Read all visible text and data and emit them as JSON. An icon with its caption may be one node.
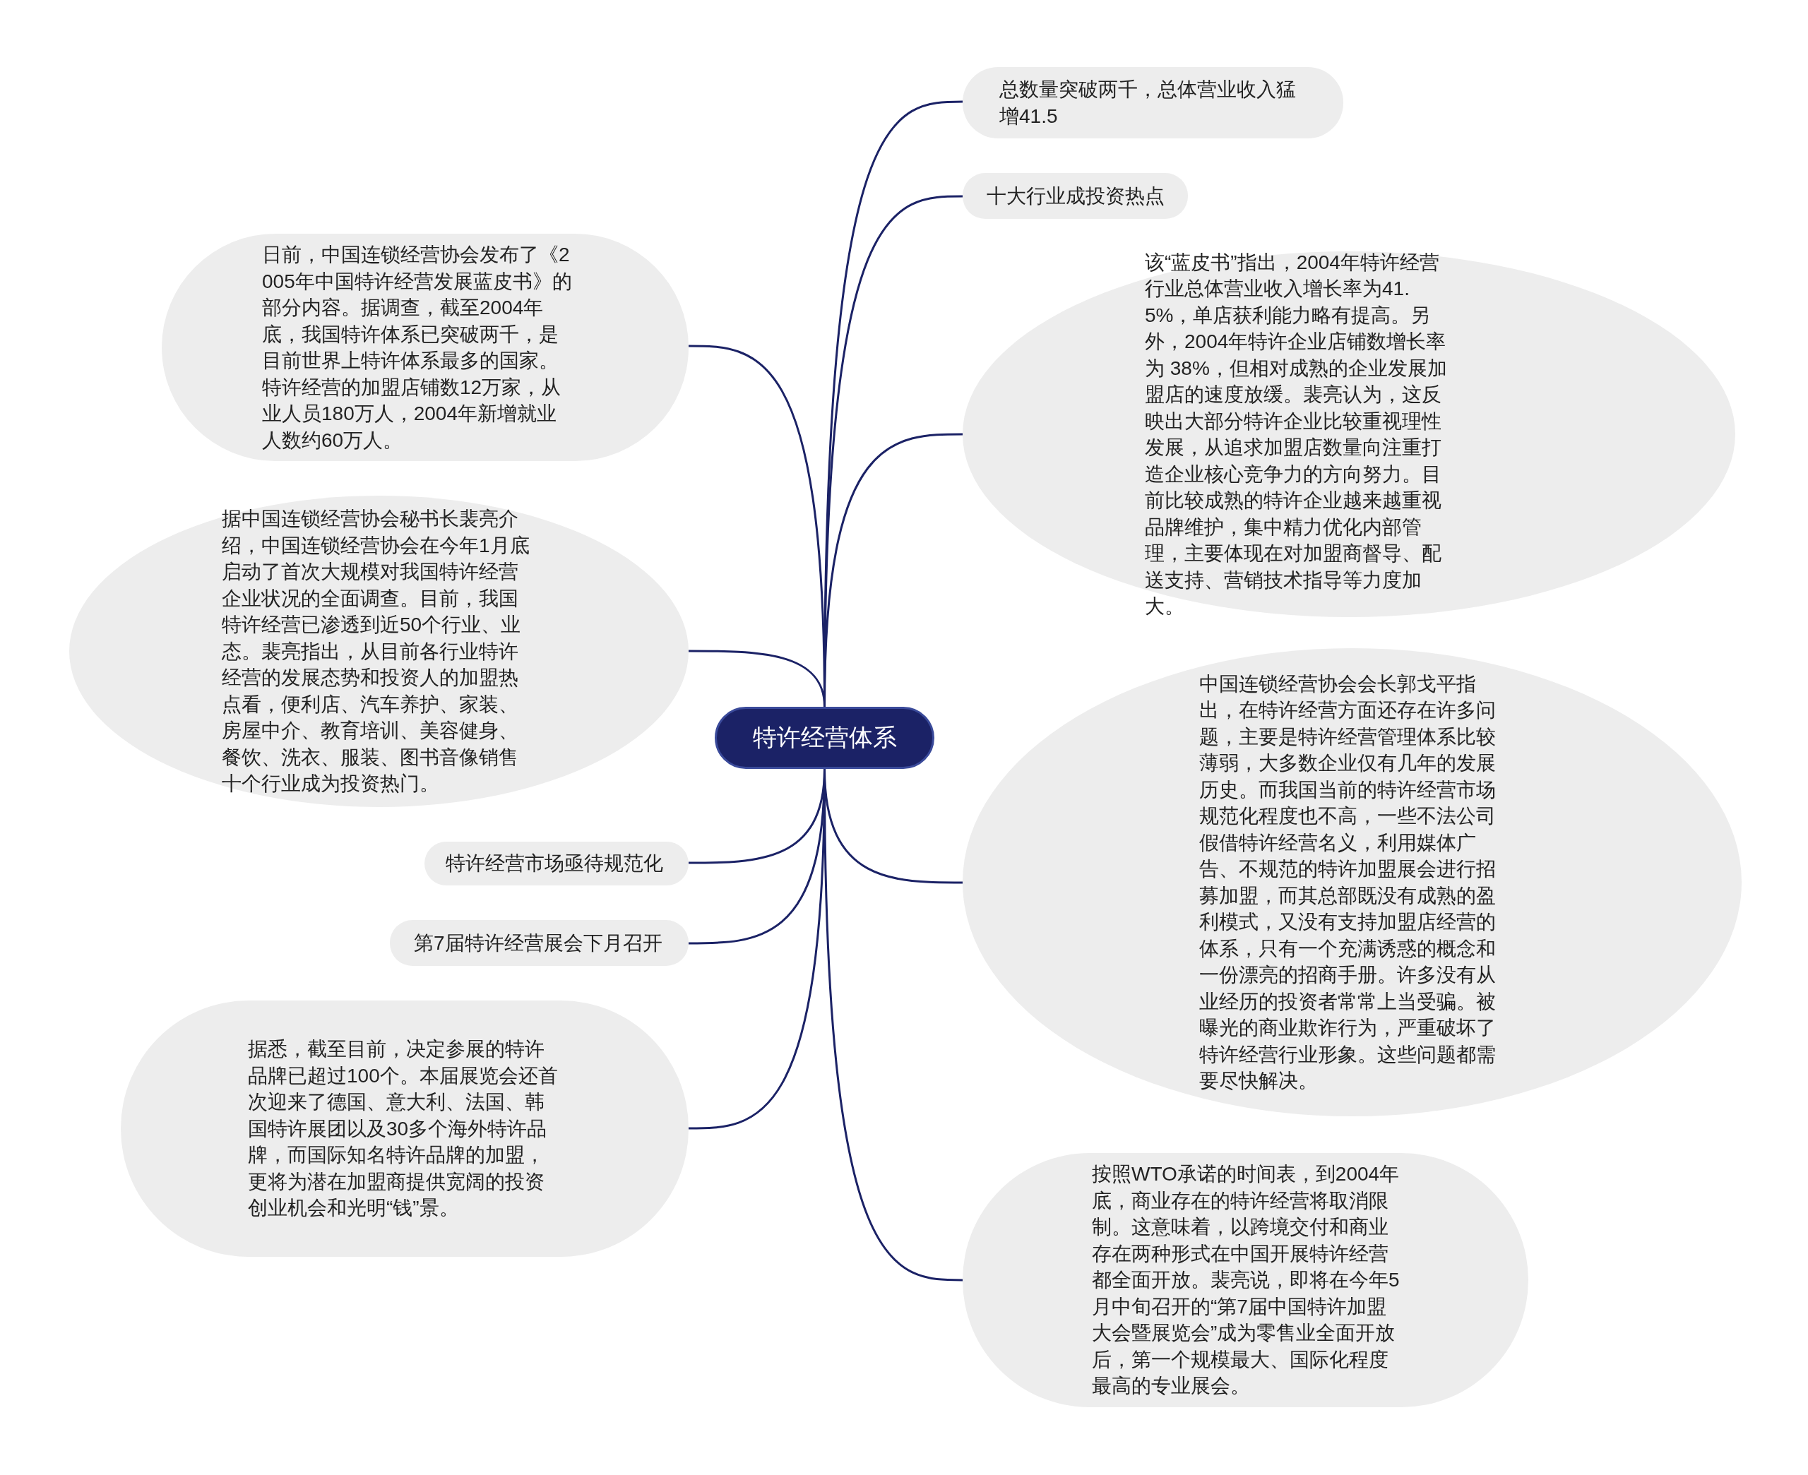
{
  "diagram": {
    "nodes": [
      {
        "text": [
          "特许经营体系"
        ]
      },
      {
        "text": [
          "总数量突破两千，总体营业收入猛增41.5"
        ]
      },
      {
        "text": [
          "十大行业成投资热点"
        ]
      },
      {
        "text": [
          "该“蓝皮书”指出，2004年特许经营行业总体营业收入增长率为41.5%，单店获利能力略有提高。另外，2004年特许企业店铺数增长率为 38%，但相对成熟的企业发展加盟店的速度放缓。裴亮认为，这反映出大部分特许企业比较重视理性发展，从追求加盟店数量向注重打造企业核心竞争力的方向努力。目前比较成熟的特许企业越来越重视品牌维护，集中精力优化内部管理，主要体现在对加盟商督导、配送支持、营销技术指导等力度加大。"
        ]
      },
      {
        "text": [
          "中国连锁经营协会会长郭戈平指出，在特许经营方面还存在许多问题，主要是特许经营管理体系比较薄弱，大多数企业仅有几年的发展历史。而我国当前的特许经营市场规范化程度也不高，一些不法公司假借特许经营名义，利用媒体广告、不规范的特许加盟展会进行招募加盟，而其总部既没有成熟的盈利模式，又没有支持加盟店经营的体系，只有一个充满诱惑的概念和一份漂亮的招商手册。许多没有从业经历的投资者常常上当受骗。被曝光的商业欺诈行为，严重破坏了特许经营行业形象。这些问题都需要尽快解决。"
        ]
      },
      {
        "text": [
          "按照WTO承诺的时间表，到2004年底，商业存在的特许经营将取消限制。这意味着，以跨境交付和商业存在两种形式在中国开展特许经营都全面开放。裴亮说，即将在今年5月中旬召开的“第7届中国特许加盟大会暨展览会”成为零售业全面开放后，第一个规模最大、国际化程度最高的专业展会。"
        ]
      },
      {
        "text": [
          "日前，中国连锁经营协会发布了《2005年中国特许经营发展蓝皮书》的部分内容。据调查，截至2004年底，我国特许体系已突破两千，是目前世界上特许体系最多的国家。特许经营的加盟店铺数12万家，从业人员180万人，2004年新增就业人数约60万人。"
        ]
      },
      {
        "text": [
          "据中国连锁经营协会秘书长裴亮介绍，中国连锁经营协会在今年1月底启动了首次大规模对我国特许经营企业状况的全面调查。目前，我国特许经营已渗透到近50个行业、业态。裴亮指出，从目前各行业特许经营的发展态势和投资人的加盟热点看，便利店、汽车养护、家装、房屋中介、教育培训、美容健身、餐饮、洗衣、服装、图书音像销售十个行业成为投资热门。"
        ]
      },
      {
        "text": [
          "特许经营市场亟待规范化"
        ]
      },
      {
        "text": [
          "第7届特许经营展会下月召开"
        ]
      },
      {
        "text": [
          "据悉，截至目前，决定参展的特许品牌已超过100个。本届展览会还首次迎来了德国、意大利、法国、韩国特许展团以及30多个海外特许品牌，而国际知名特许品牌的加盟，更将为潜在加盟商提供宽阔的投资创业机会和光明“钱”景。"
        ]
      }
    ],
    "edges": [
      {
        "from": 0,
        "to": 1,
        "arrow": "none"
      },
      {
        "from": 0,
        "to": 2,
        "arrow": "none"
      },
      {
        "from": 0,
        "to": 3,
        "arrow": "none"
      },
      {
        "from": 0,
        "to": 4,
        "arrow": "none"
      },
      {
        "from": 0,
        "to": 5,
        "arrow": "none"
      },
      {
        "from": 0,
        "to": 6,
        "arrow": "none"
      },
      {
        "from": 0,
        "to": 7,
        "arrow": "none"
      },
      {
        "from": 0,
        "to": 8,
        "arrow": "none"
      },
      {
        "from": 0,
        "to": 9,
        "arrow": "none"
      },
      {
        "from": 0,
        "to": 10,
        "arrow": "none"
      }
    ]
  }
}
